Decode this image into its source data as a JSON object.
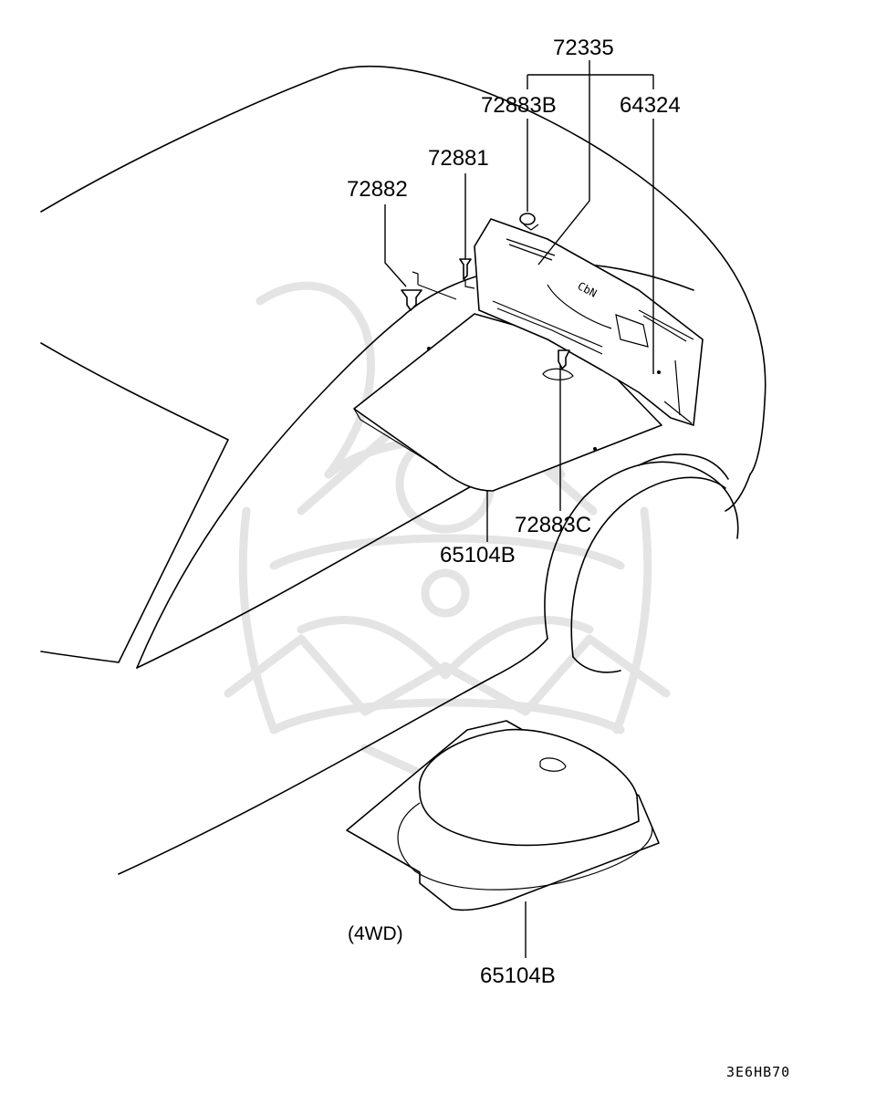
{
  "labels": {
    "p72335": "72335",
    "p72883B": "72883B",
    "p64324": "64324",
    "p72881": "72881",
    "p72882": "72882",
    "p72883C": "72883C",
    "p65104B_upper": "65104B",
    "p65104B_lower": "65104B",
    "variant_note": "(4WD)",
    "diagram_code": "3E6HB70"
  },
  "colors": {
    "line": "#000000",
    "background": "#ffffff",
    "watermark": "#e4e4e4"
  },
  "icons": {
    "watermark": "samurai-helmet-watermark-icon"
  }
}
